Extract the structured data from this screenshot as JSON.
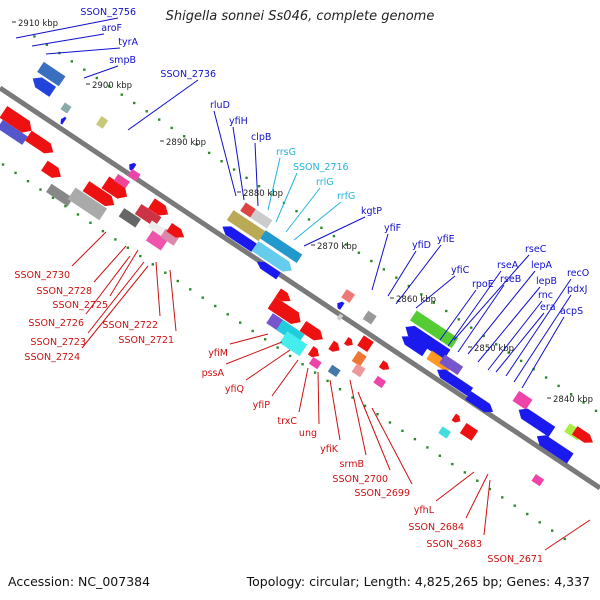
{
  "title": "Shigella sonnei Ss046, complete genome",
  "footer": {
    "accession": "Accession: NC_007384",
    "summary": "Topology: circular; Length: 4,825,265 bp; Genes: 4,337"
  },
  "colors": {
    "backbone": "#7a7a7a",
    "tick": "#2a8a2a",
    "label_blue": "#1010cc",
    "label_cyan": "#22b4dd",
    "label_red": "#cc1111",
    "gene_blue": "#1a1aee",
    "gene_red": "#ee1111"
  },
  "ticks": [
    {
      "label": "2910 kbp"
    },
    {
      "label": "2900 kbp"
    },
    {
      "label": "2890 kbp"
    },
    {
      "label": "2880 kbp"
    },
    {
      "label": "2870 kbp"
    },
    {
      "label": "2860 kbp"
    },
    {
      "label": "2850 kbp"
    },
    {
      "label": "2840 kbp"
    }
  ],
  "labels_upper": [
    {
      "text": "SSON_2756",
      "kind": "blue"
    },
    {
      "text": "aroF",
      "kind": "blue"
    },
    {
      "text": "tyrA",
      "kind": "blue"
    },
    {
      "text": "smpB",
      "kind": "blue"
    },
    {
      "text": "SSON_2736",
      "kind": "blue"
    },
    {
      "text": "rluD",
      "kind": "blue"
    },
    {
      "text": "yfiH",
      "kind": "blue"
    },
    {
      "text": "clpB",
      "kind": "blue"
    },
    {
      "text": "rrsG",
      "kind": "cyan"
    },
    {
      "text": "SSON_2716",
      "kind": "cyan"
    },
    {
      "text": "rrlG",
      "kind": "cyan"
    },
    {
      "text": "rrfG",
      "kind": "cyan"
    },
    {
      "text": "kgtP",
      "kind": "blue"
    },
    {
      "text": "yfiF",
      "kind": "blue"
    },
    {
      "text": "yfiD",
      "kind": "blue"
    },
    {
      "text": "yfiE",
      "kind": "blue"
    },
    {
      "text": "yfiC",
      "kind": "blue"
    },
    {
      "text": "rpoE",
      "kind": "blue"
    },
    {
      "text": "rseA",
      "kind": "blue"
    },
    {
      "text": "rseB",
      "kind": "blue"
    },
    {
      "text": "rseC",
      "kind": "blue"
    },
    {
      "text": "lepA",
      "kind": "blue"
    },
    {
      "text": "lepB",
      "kind": "blue"
    },
    {
      "text": "rnc",
      "kind": "blue"
    },
    {
      "text": "era",
      "kind": "blue"
    },
    {
      "text": "recO",
      "kind": "blue"
    },
    {
      "text": "pdxJ",
      "kind": "blue"
    },
    {
      "text": "acpS",
      "kind": "blue"
    }
  ],
  "labels_lower": [
    {
      "text": "SSON_2730",
      "kind": "red"
    },
    {
      "text": "SSON_2728",
      "kind": "red"
    },
    {
      "text": "SSON_2725",
      "kind": "red"
    },
    {
      "text": "SSON_2726",
      "kind": "red"
    },
    {
      "text": "SSON_2722",
      "kind": "red"
    },
    {
      "text": "SSON_2723",
      "kind": "red"
    },
    {
      "text": "SSON_2721",
      "kind": "red"
    },
    {
      "text": "SSON_2724",
      "kind": "red"
    },
    {
      "text": "yfiM",
      "kind": "red"
    },
    {
      "text": "pssA",
      "kind": "red"
    },
    {
      "text": "yfiQ",
      "kind": "red"
    },
    {
      "text": "yfiP",
      "kind": "red"
    },
    {
      "text": "trxC",
      "kind": "red"
    },
    {
      "text": "ung",
      "kind": "red"
    },
    {
      "text": "yfiK",
      "kind": "red"
    },
    {
      "text": "srmB",
      "kind": "red"
    },
    {
      "text": "SSON_2700",
      "kind": "red"
    },
    {
      "text": "SSON_2699",
      "kind": "red"
    },
    {
      "text": "yfhL",
      "kind": "red"
    },
    {
      "text": "SSON_2684",
      "kind": "red"
    },
    {
      "text": "SSON_2683",
      "kind": "red"
    },
    {
      "text": "SSON_2671",
      "kind": "red"
    }
  ]
}
